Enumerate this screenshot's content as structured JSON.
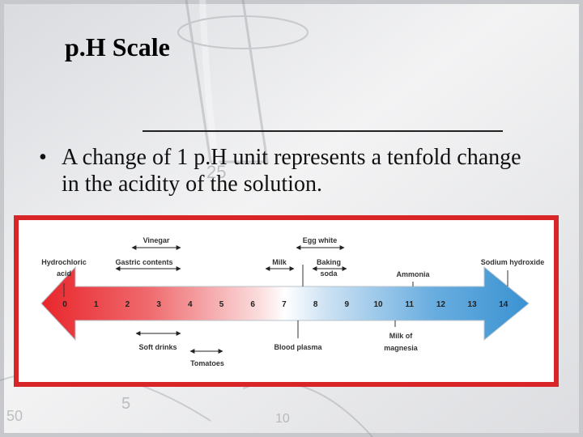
{
  "slide": {
    "title": "p.H Scale",
    "bullet": "A change of 1 p.H unit represents a tenfold change in the acidity of the solution.",
    "bullet_symbol": "•"
  },
  "figure": {
    "frame_color": "#d82628",
    "acid_color": "#e8262b",
    "base_color": "#3a92d1",
    "ph_ticks": [
      "0",
      "1",
      "2",
      "3",
      "4",
      "5",
      "6",
      "7",
      "8",
      "9",
      "10",
      "11",
      "12",
      "13",
      "14"
    ],
    "top_labels": {
      "hydrochloric": "Hydrochloric",
      "acid": "acid",
      "vinegar": "Vinegar",
      "gastric": "Gastric contents",
      "egg_white": "Egg white",
      "milk": "Milk",
      "baking": "Baking",
      "soda": "soda",
      "ammonia": "Ammonia",
      "sodium_hydroxide": "Sodium hydroxide"
    },
    "bottom_labels": {
      "soft_drinks": "Soft drinks",
      "tomatoes": "Tomatoes",
      "blood_plasma": "Blood plasma",
      "milk_of": "Milk of",
      "magnesia": "magnesia"
    }
  }
}
